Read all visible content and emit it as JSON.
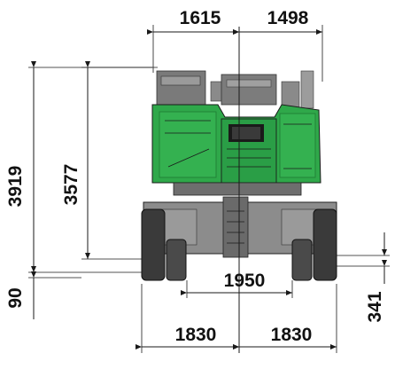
{
  "dimensions": {
    "top_left": "1615",
    "top_right": "1498",
    "overall_height": "3919",
    "cab_height": "3577",
    "ground_clearance": "90",
    "track_width": "1950",
    "axle_height": "341",
    "bottom_left": "1830",
    "bottom_right": "1830"
  },
  "colors": {
    "body_green": "#2fa84a",
    "body_green_dark": "#1f7a33",
    "chassis_gray": "#8c8c8c",
    "chassis_dark": "#5a5a5a",
    "tire_dark": "#3a3a3a"
  }
}
